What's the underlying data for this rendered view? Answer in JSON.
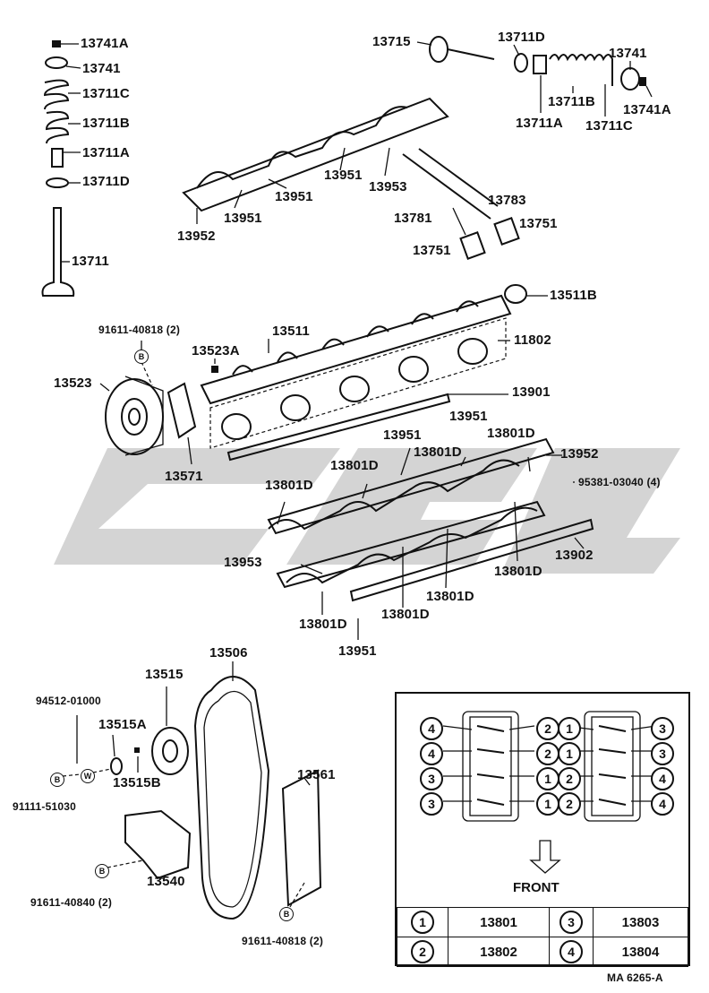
{
  "parts": {
    "p13741A_l": "13741A",
    "p13741_l": "13741",
    "p13711C_l": "13711C",
    "p13711B_l": "13711B",
    "p13711A_l": "13711A",
    "p13711D_l": "13711D",
    "p13711_l": "13711",
    "p13715": "13715",
    "p13711D_r": "13711D",
    "p13741_r": "13741",
    "p13711B_r": "13711B",
    "p13741A_r": "13741A",
    "p13711A_r": "13711A",
    "p13711C_r": "13711C",
    "p13951_a": "13951",
    "p13953_a": "13953",
    "p13951_b": "13951",
    "p13951_c": "13951",
    "p13952_a": "13952",
    "p13783": "13783",
    "p13781": "13781",
    "p13751_a": "13751",
    "p13751_b": "13751",
    "p13511B": "13511B",
    "p91611_40818_a": "91611-40818 (2)",
    "p13511": "13511",
    "p11802": "11802",
    "p13523A": "13523A",
    "p13523": "13523",
    "p13901": "13901",
    "p13571": "13571",
    "p13951_d": "13951",
    "p13801D_a": "13801D",
    "p13951_e": "13951",
    "p13801D_b": "13801D",
    "p13952_b": "13952",
    "p13801D_c": "13801D",
    "p95381": "95381-03040 (4)",
    "p13801D_d": "13801D",
    "p13953_b": "13953",
    "p13902": "13902",
    "p13801D_e": "13801D",
    "p13801D_f": "13801D",
    "p13801D_g": "13801D",
    "p13801D_h": "13801D",
    "p13951_f": "13951",
    "p13506": "13506",
    "p13515": "13515",
    "p94512": "94512-01000",
    "p13515A": "13515A",
    "p13515B": "13515B",
    "p91111": "91111-51030",
    "p13561": "13561",
    "p13540": "13540",
    "p91611_40840": "91611-40840 (2)",
    "p91611_40818_b": "91611-40818 (2)"
  },
  "badges": {
    "b": "B",
    "w": "W"
  },
  "legend": {
    "front": "FRONT",
    "left_bank": [
      "4",
      "4",
      "3",
      "3"
    ],
    "left_bank_right": [
      "2",
      "2",
      "1",
      "1"
    ],
    "right_bank": [
      "1",
      "1",
      "2",
      "2"
    ],
    "right_bank_right": [
      "3",
      "3",
      "4",
      "4"
    ],
    "rows": [
      {
        "sym1": "1",
        "part1": "13801",
        "sym2": "3",
        "part2": "13803"
      },
      {
        "sym1": "2",
        "part1": "13802",
        "sym2": "4",
        "part2": "13804"
      }
    ]
  },
  "footer": {
    "code": "MA 6265-A"
  }
}
